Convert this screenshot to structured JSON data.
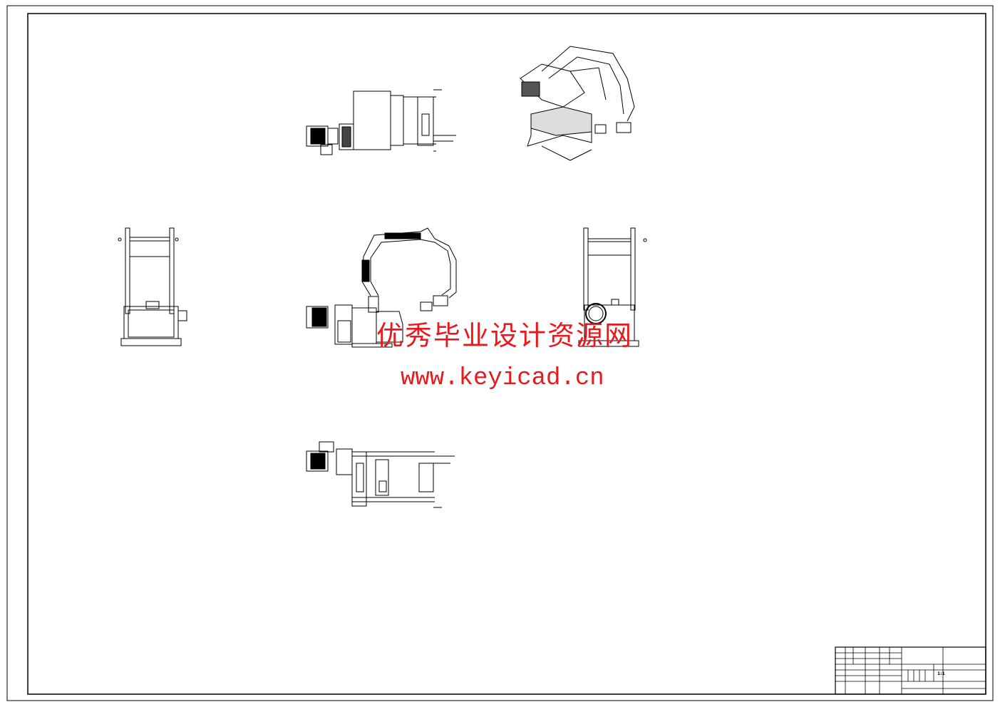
{
  "watermark": {
    "site_name": "优秀毕业设计资源网",
    "url": "www.keyicad.cn",
    "color": "#e8191c"
  },
  "title_block": {
    "scale": "1:1"
  }
}
